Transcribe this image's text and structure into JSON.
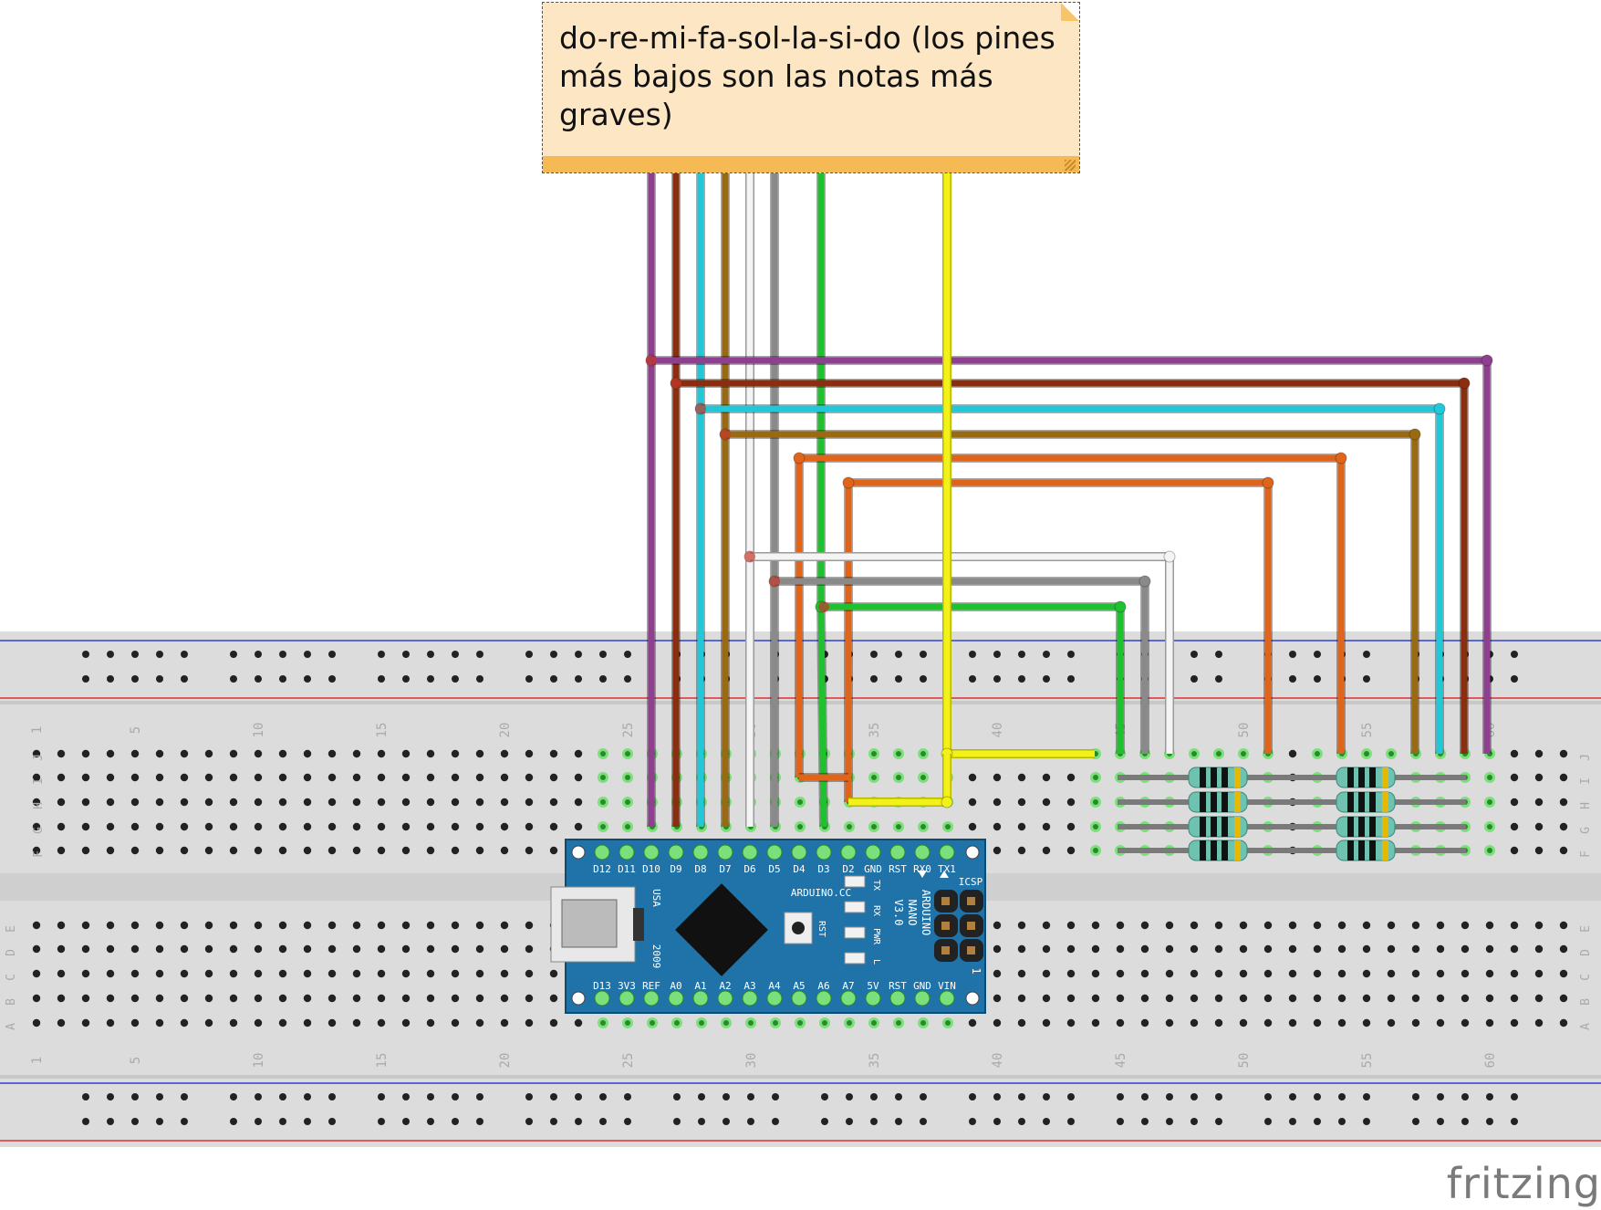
{
  "note": {
    "text": "do-re-mi-fa-sol-la-si-do (los pines\nmás bajos son las notas más\ngraves)"
  },
  "logo": "fritzing",
  "breadboard": {
    "column_numbers": [
      "1",
      "5",
      "10",
      "15",
      "20",
      "25",
      "30",
      "35",
      "40",
      "45",
      "50",
      "55",
      "60"
    ],
    "top_row_letters": [
      "J",
      "I",
      "H",
      "G",
      "F"
    ],
    "bottom_row_letters": [
      "E",
      "D",
      "C",
      "B",
      "A"
    ]
  },
  "arduino": {
    "top_pins": [
      "D12",
      "D11",
      "D10",
      "D9",
      "D8",
      "D7",
      "D6",
      "D5",
      "D4",
      "D3",
      "D2",
      "GND",
      "RST",
      "RX0",
      "TX1"
    ],
    "bottom_pins": [
      "D13",
      "3V3",
      "REF",
      "A0",
      "A1",
      "A2",
      "A3",
      "A4",
      "A5",
      "A6",
      "A7",
      "5V",
      "RST",
      "GND",
      "VIN"
    ],
    "board_text": [
      "ARDUINO.CC",
      "ARDUINO",
      "NANO",
      "V3.0",
      "ICSP",
      "USA",
      "2009",
      "RST"
    ],
    "leds": [
      "TX",
      "RX",
      "PWR",
      "L"
    ],
    "icsp_pin1": "1"
  },
  "wire_colors": {
    "purple": "#8f3f8f",
    "brown": "#8b2d0f",
    "cyan": "#22c8d8",
    "olive": "#9a6a12",
    "white": "#f4f4f4",
    "gray": "#8a8a8a",
    "green": "#1fc22e",
    "yellow": "#f2f21a",
    "orange": "#e0641a"
  },
  "colors": {
    "board_blue": "#1f73a8",
    "breadboard": "#dcdcdc",
    "rail_red": "#e03030",
    "rail_blue": "#3040d0"
  }
}
